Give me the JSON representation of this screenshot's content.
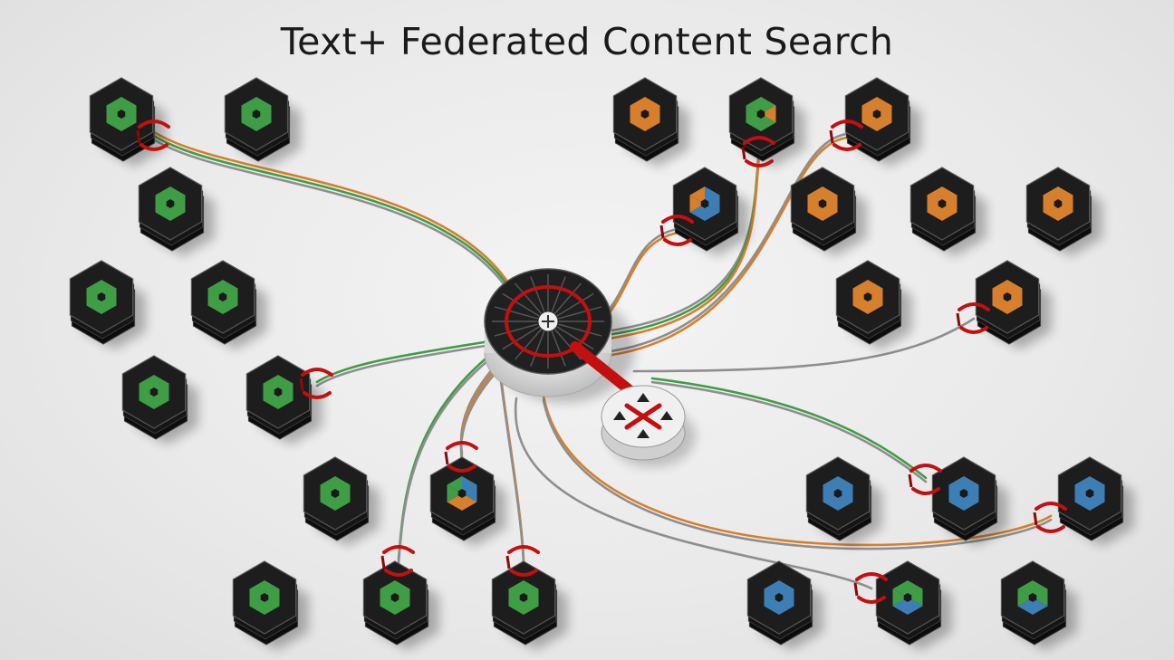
{
  "title": "Text+ Federated Content Search",
  "palette": {
    "green": "#3f9d46",
    "orange": "#d67f2c",
    "blue": "#3d7fb5",
    "gray_cable": "#8e8e8e",
    "connector": "#c40f0f",
    "node_body": "#1d1d1d",
    "node_side": "#0c0c0c"
  },
  "hub": {
    "name": "central-search-hub"
  },
  "router": {
    "name": "aggregator-router"
  },
  "nodes": [
    {
      "name": "node-green-1",
      "color": "green",
      "connected": true
    },
    {
      "name": "node-green-2",
      "color": "green",
      "connected": false
    },
    {
      "name": "node-green-3",
      "color": "green",
      "connected": false
    },
    {
      "name": "node-green-4",
      "color": "green",
      "connected": false
    },
    {
      "name": "node-green-5",
      "color": "green",
      "connected": false
    },
    {
      "name": "node-green-6",
      "color": "green",
      "connected": false
    },
    {
      "name": "node-green-7",
      "color": "green",
      "connected": true
    },
    {
      "name": "node-green-8",
      "color": "green",
      "connected": false
    },
    {
      "name": "node-mixed-green-blue-orange",
      "color": "mixed-gbo",
      "connected": true
    },
    {
      "name": "node-green-9",
      "color": "green",
      "connected": false
    },
    {
      "name": "node-green-10",
      "color": "green",
      "connected": true
    },
    {
      "name": "node-green-11",
      "color": "green",
      "connected": true
    },
    {
      "name": "node-orange-1",
      "color": "orange",
      "connected": false
    },
    {
      "name": "node-mixed-green-orange",
      "color": "mixed-go",
      "connected": true
    },
    {
      "name": "node-orange-2",
      "color": "orange",
      "connected": true
    },
    {
      "name": "node-mixed-orange-blue",
      "color": "mixed-ob",
      "connected": true
    },
    {
      "name": "node-orange-3",
      "color": "orange",
      "connected": false
    },
    {
      "name": "node-orange-4",
      "color": "orange",
      "connected": false
    },
    {
      "name": "node-orange-5",
      "color": "orange",
      "connected": false
    },
    {
      "name": "node-orange-6",
      "color": "orange",
      "connected": false
    },
    {
      "name": "node-orange-7",
      "color": "orange",
      "connected": true
    },
    {
      "name": "node-blue-1",
      "color": "blue",
      "connected": false
    },
    {
      "name": "node-blue-2",
      "color": "blue",
      "connected": true
    },
    {
      "name": "node-blue-3",
      "color": "blue",
      "connected": true
    },
    {
      "name": "node-blue-4",
      "color": "blue",
      "connected": false
    },
    {
      "name": "node-mixed-green-blue-1",
      "color": "mixed-gb",
      "connected": true
    },
    {
      "name": "node-mixed-green-blue-2",
      "color": "mixed-gb",
      "connected": false
    }
  ],
  "cables": [
    {
      "name": "cable-to-node-green-1",
      "colors": [
        "orange",
        "green",
        "gray"
      ]
    },
    {
      "name": "cable-to-node-green-7",
      "colors": [
        "green",
        "gray"
      ]
    },
    {
      "name": "cable-to-node-mixed-gbo",
      "colors": [
        "gray",
        "orange",
        "gray"
      ]
    },
    {
      "name": "cable-to-node-green-10",
      "colors": [
        "green",
        "gray"
      ]
    },
    {
      "name": "cable-to-node-green-11",
      "colors": [
        "orange",
        "gray"
      ]
    },
    {
      "name": "cable-to-node-mixed-ob",
      "colors": [
        "gray",
        "orange"
      ]
    },
    {
      "name": "cable-to-node-mixed-go",
      "colors": [
        "gray",
        "green",
        "orange"
      ]
    },
    {
      "name": "cable-to-node-orange-2",
      "colors": [
        "gray",
        "orange"
      ]
    },
    {
      "name": "cable-to-node-orange-7",
      "colors": [
        "gray"
      ]
    },
    {
      "name": "cable-to-node-blue-2",
      "colors": [
        "green",
        "gray"
      ]
    },
    {
      "name": "cable-to-node-blue-3",
      "colors": [
        "orange",
        "gray"
      ]
    },
    {
      "name": "cable-to-node-mixed-gb-1",
      "colors": [
        "gray"
      ]
    }
  ]
}
